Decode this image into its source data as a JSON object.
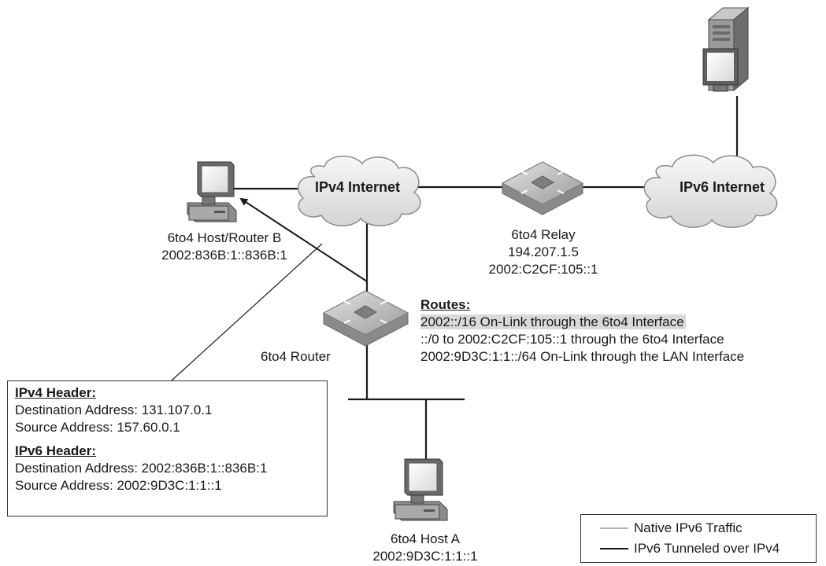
{
  "nodes": {
    "host_router_b": {
      "name": "6to4 Host/Router B",
      "address": "2002:836B:1::836B:1"
    },
    "relay": {
      "name": "6to4 Relay",
      "ipv4": "194.207.1.5",
      "ipv6": "2002:C2CF:105::1"
    },
    "router": {
      "name": "6to4 Router"
    },
    "host_a": {
      "name": "6to4 Host A",
      "address": "2002:9D3C:1:1::1"
    }
  },
  "clouds": {
    "ipv4": "IPv4 Internet",
    "ipv6": "IPv6 Internet"
  },
  "routes": {
    "title": "Routes:",
    "items": [
      "2002::/16 On-Link through the 6to4 Interface",
      "::/0 to 2002:C2CF:105::1 through the 6to4 Interface",
      "2002:9D3C:1:1::/64 On-Link through the LAN Interface"
    ]
  },
  "packet": {
    "ipv4_header": {
      "title": "IPv4 Header:",
      "destination": "Destination Address: 131.107.0.1",
      "source": "Source Address: 157.60.0.1"
    },
    "ipv6_header": {
      "title": "IPv6 Header:",
      "destination": "Destination Address: 2002:836B:1::836B:1",
      "source": "Source Address: 2002:9D3C:1:1::1"
    }
  },
  "legend": {
    "items": [
      {
        "label": "Native IPv6 Traffic",
        "color": "#b3b3b3"
      },
      {
        "label": "IPv6 Tunneled over IPv4",
        "color": "#1a1a1a"
      }
    ]
  }
}
